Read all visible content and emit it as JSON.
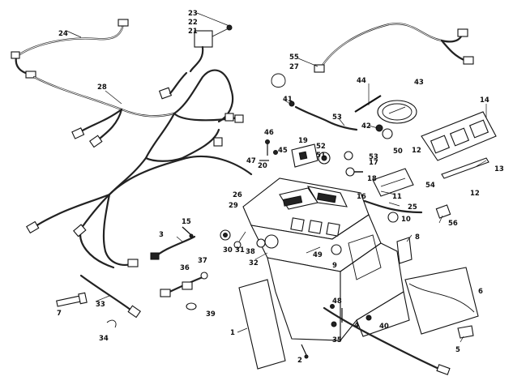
{
  "callouts": [
    {
      "id": "24",
      "text": "24"
    },
    {
      "id": "23",
      "text": "23"
    },
    {
      "id": "22",
      "text": "22"
    },
    {
      "id": "21",
      "text": "21"
    },
    {
      "id": "28",
      "text": "28"
    },
    {
      "id": "55",
      "text": "55"
    },
    {
      "id": "27",
      "text": "27"
    },
    {
      "id": "44",
      "text": "44"
    },
    {
      "id": "43",
      "text": "43"
    },
    {
      "id": "14",
      "text": "14"
    },
    {
      "id": "41",
      "text": "41"
    },
    {
      "id": "53a",
      "text": "53"
    },
    {
      "id": "42",
      "text": "42"
    },
    {
      "id": "46",
      "text": "46"
    },
    {
      "id": "45",
      "text": "45"
    },
    {
      "id": "47",
      "text": "47"
    },
    {
      "id": "20",
      "text": "20"
    },
    {
      "id": "19",
      "text": "19"
    },
    {
      "id": "52",
      "text": "52"
    },
    {
      "id": "51",
      "text": "51"
    },
    {
      "id": "50",
      "text": "50"
    },
    {
      "id": "53b",
      "text": "53"
    },
    {
      "id": "12a",
      "text": "12"
    },
    {
      "id": "13",
      "text": "13"
    },
    {
      "id": "17",
      "text": "17"
    },
    {
      "id": "18",
      "text": "18"
    },
    {
      "id": "54",
      "text": "54"
    },
    {
      "id": "12b",
      "text": "12"
    },
    {
      "id": "16",
      "text": "16"
    },
    {
      "id": "11",
      "text": "11"
    },
    {
      "id": "26",
      "text": "26"
    },
    {
      "id": "29",
      "text": "29"
    },
    {
      "id": "10",
      "text": "10"
    },
    {
      "id": "25",
      "text": "25"
    },
    {
      "id": "56",
      "text": "56"
    },
    {
      "id": "15",
      "text": "15"
    },
    {
      "id": "3",
      "text": "3"
    },
    {
      "id": "30",
      "text": "30"
    },
    {
      "id": "31",
      "text": "31"
    },
    {
      "id": "38",
      "text": "38"
    },
    {
      "id": "32",
      "text": "32"
    },
    {
      "id": "49",
      "text": "49"
    },
    {
      "id": "9",
      "text": "9"
    },
    {
      "id": "8",
      "text": "8"
    },
    {
      "id": "36",
      "text": "36"
    },
    {
      "id": "37",
      "text": "37"
    },
    {
      "id": "6",
      "text": "6"
    },
    {
      "id": "33",
      "text": "33"
    },
    {
      "id": "7",
      "text": "7"
    },
    {
      "id": "39",
      "text": "39"
    },
    {
      "id": "48",
      "text": "48"
    },
    {
      "id": "4",
      "text": "4"
    },
    {
      "id": "40",
      "text": "40"
    },
    {
      "id": "1",
      "text": "1"
    },
    {
      "id": "35",
      "text": "35"
    },
    {
      "id": "34",
      "text": "34"
    },
    {
      "id": "2",
      "text": "2"
    },
    {
      "id": "5",
      "text": "5"
    }
  ]
}
